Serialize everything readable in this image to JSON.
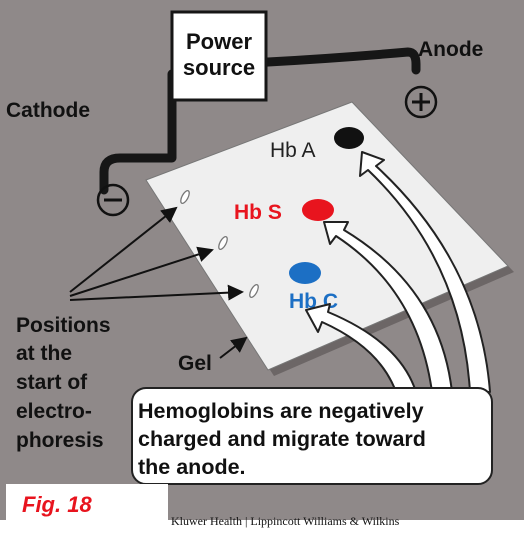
{
  "power_source": {
    "line1": "Power",
    "line2": "source"
  },
  "anode": {
    "label": "Anode",
    "symbol": "⊕"
  },
  "cathode": {
    "label": "Cathode",
    "symbol": "⊖"
  },
  "bands": {
    "hb_a": {
      "label": "Hb A",
      "color": "#111111"
    },
    "hb_s": {
      "label": "Hb S",
      "color": "#e8141e"
    },
    "hb_c": {
      "label": "Hb C",
      "color": "#1c6fc4"
    }
  },
  "positions_label": {
    "l1": "Positions",
    "l2": "at the",
    "l3": "start of",
    "l4": "electro-",
    "l5": "phoresis"
  },
  "gel_label": "Gel",
  "callout": {
    "l1": "Hemoglobins are negatively",
    "l2": "charged and migrate toward",
    "l3": "the anode."
  },
  "figure_label": "Fig. 18",
  "credit": "Kluwer Health | Lippincott Williams & Wilkins",
  "colors": {
    "background": "#8f8989",
    "gel": "#efefef",
    "wire": "#161616",
    "accent_red": "#e8141e",
    "accent_blue": "#1c6fc4"
  }
}
